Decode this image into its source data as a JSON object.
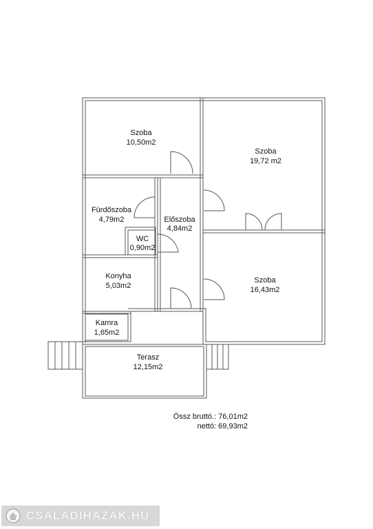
{
  "rooms": {
    "szoba_nw": {
      "name": "Szoba",
      "area": "10,50m2"
    },
    "szoba_ne": {
      "name": "Szoba",
      "area": "19,72 m2"
    },
    "furdoszoba": {
      "name": "Fürdőszoba",
      "area": "4,79m2"
    },
    "eloszoba": {
      "name": "Előszoba",
      "area": "4,84m2"
    },
    "wc": {
      "name": "WC",
      "area": "0,90m2"
    },
    "konyha": {
      "name": "Konyha",
      "area": "5,03m2"
    },
    "szoba_se": {
      "name": "Szoba",
      "area": "16,43m2"
    },
    "kamra": {
      "name": "Kamra",
      "area": "1,65m2"
    },
    "terasz": {
      "name": "Terasz",
      "area": "12,15m2"
    }
  },
  "totals": {
    "brutto": "Össz bruttó.: 76,01m2",
    "netto": "nettó: 69,93m2"
  },
  "watermark": {
    "text": "CSALADIHAZAK.HU"
  },
  "colors": {
    "wall": "#555555",
    "watermark_bg": "#d7d7d7"
  }
}
